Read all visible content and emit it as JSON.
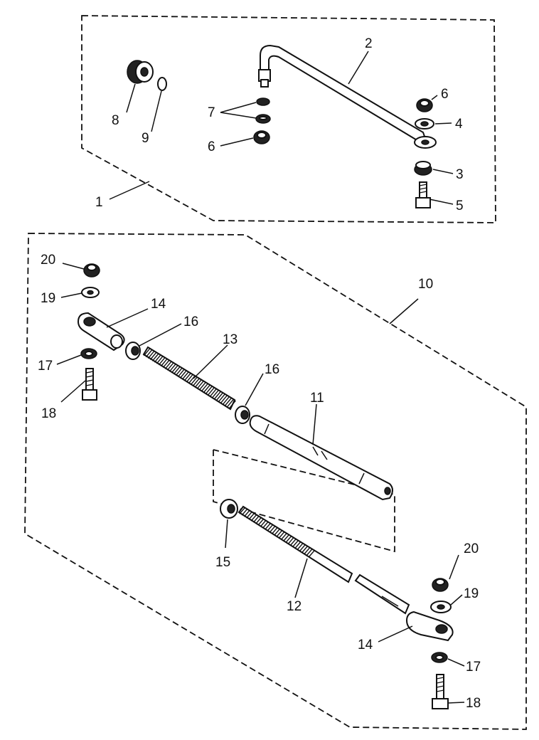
{
  "callouts": {
    "c1": "1",
    "c2": "2",
    "c3": "3",
    "c4": "4",
    "c5": "5",
    "c6a": "6",
    "c6b": "6",
    "c7": "7",
    "c8": "8",
    "c9": "9",
    "c10": "10",
    "c11": "11",
    "c12": "12",
    "c13": "13",
    "c14a": "14",
    "c14b": "14",
    "c15": "15",
    "c16a": "16",
    "c16b": "16",
    "c17a": "17",
    "c17b": "17",
    "c18a": "18",
    "c18b": "18",
    "c19a": "19",
    "c19b": "19",
    "c20a": "20",
    "c20b": "20"
  },
  "colors": {
    "ink": "#111111",
    "paper": "#ffffff"
  }
}
